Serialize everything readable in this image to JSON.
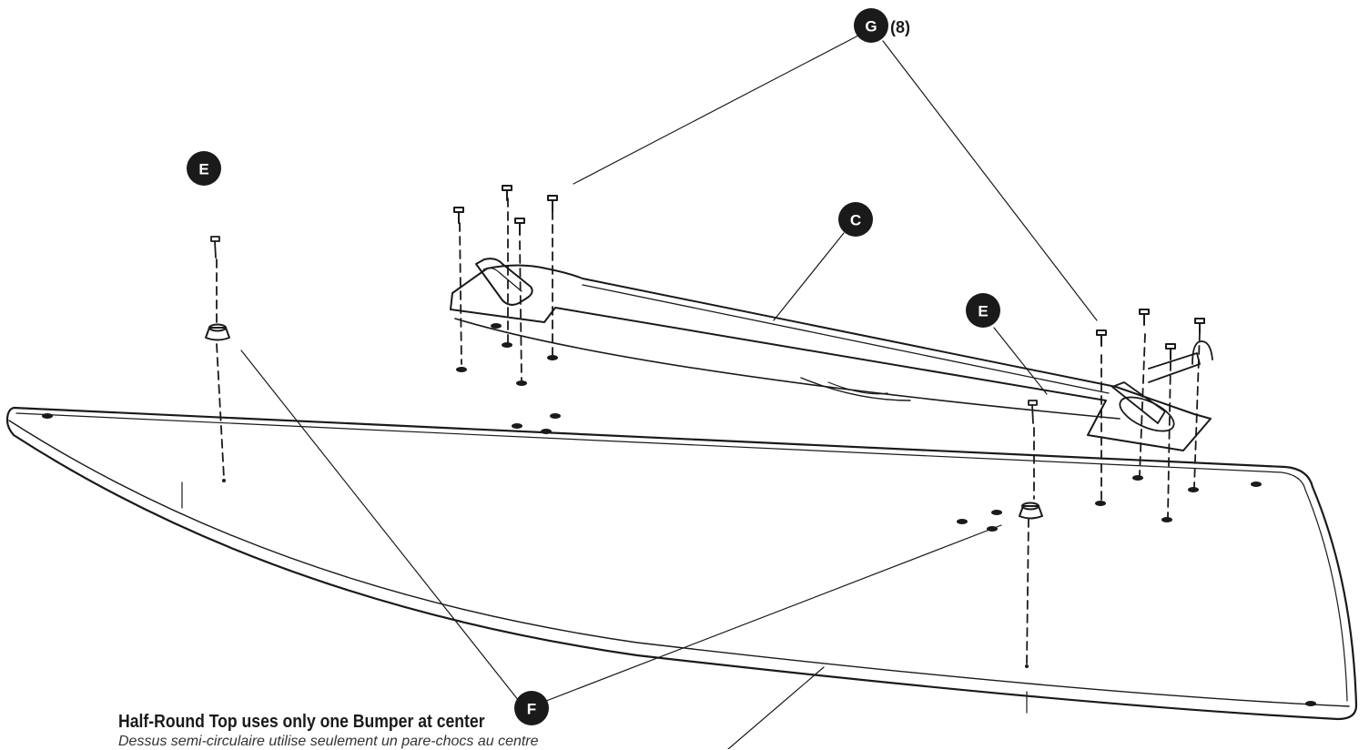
{
  "callouts": {
    "g": "G",
    "g_count": "(8)",
    "c": "C",
    "e_left": "E",
    "e_right": "E",
    "f": "F"
  },
  "note": {
    "english": "Half-Round Top uses only one Bumper at center",
    "french": "Dessus semi-circulaire utilise seulement un pare-chocs au centre"
  },
  "colors": {
    "line": "#1a1a1a",
    "callout_fill": "#1a1a1a",
    "background": "#ffffff"
  }
}
